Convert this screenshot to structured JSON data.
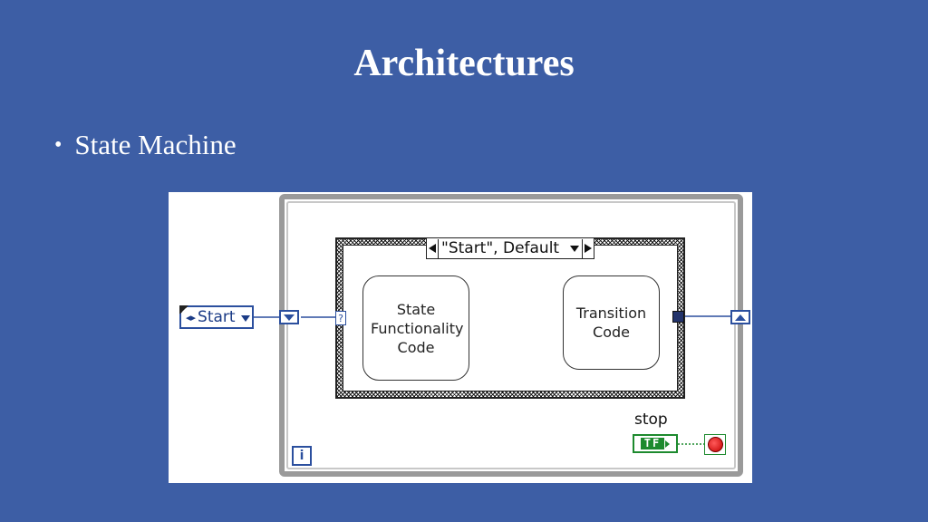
{
  "slide": {
    "title": "Architectures",
    "bullet": "State Machine"
  },
  "diagram": {
    "enum_control_value": "Start",
    "case_selector_label": "\"Start\", Default",
    "state_box_text": "State Functionality Code",
    "transition_box_text": "Transition Code",
    "stop_label": "stop",
    "boolean_text": "TF",
    "tunnel_text": "?",
    "iteration_text": "i"
  },
  "colors": {
    "background": "#3d5ea5",
    "wire_enum": "#2b4f9e",
    "wire_boolean": "#1d8a2e",
    "stop_button": "#c40000"
  }
}
